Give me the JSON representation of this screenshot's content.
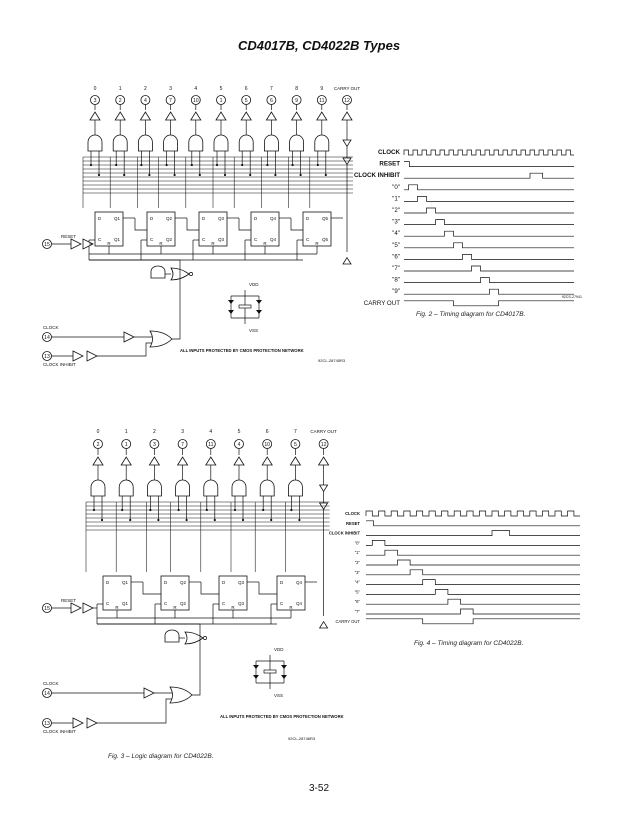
{
  "page": {
    "title": "CD4017B, CD4022B Types",
    "page_number": "3-52"
  },
  "top_logic": {
    "output_numbers": [
      "0",
      "1",
      "2",
      "3",
      "4",
      "5",
      "6",
      "7",
      "8",
      "9"
    ],
    "pin_numbers": [
      "3",
      "2",
      "4",
      "7",
      "10",
      "1",
      "5",
      "6",
      "9",
      "11"
    ],
    "carry_out_label": "CARRY OUT",
    "carry_out_pin": "12",
    "reset_label": "RESET",
    "reset_pin": "15",
    "clock_label": "CLOCK",
    "clock_pin": "14",
    "clock_inhibit_label": "CLOCK INHIBIT",
    "clock_inhibit_pin": "13",
    "vdd": "VDD",
    "vss": "VSS",
    "protection_note": "ALL INPUTS PROTECTED BY CMOS PROTECTION NETWORK",
    "ref_code": "92CL-28745R3"
  },
  "timing_top": {
    "signals": [
      "CLOCK",
      "RESET",
      "CLOCK INHIBIT",
      "\"0\"",
      "\"1\"",
      "\"2\"",
      "\"3\"",
      "\"4\"",
      "\"5\"",
      "\"6\"",
      "\"7\"",
      "\"8\"",
      "\"9\"",
      "CARRY OUT"
    ],
    "ref_code": "92CS-27941",
    "caption": "Fig. 2 – Timing diagram for CD4017B."
  },
  "bottom_logic": {
    "output_numbers": [
      "0",
      "1",
      "2",
      "3",
      "4",
      "5",
      "6",
      "7"
    ],
    "pin_numbers": [
      "2",
      "1",
      "3",
      "7",
      "11",
      "4",
      "10",
      "5"
    ],
    "carry_out_label": "CARRY OUT",
    "carry_out_pin": "12",
    "reset_label": "RESET",
    "reset_pin": "15",
    "clock_label": "CLOCK",
    "clock_pin": "14",
    "clock_inhibit_label": "CLOCK INHIBIT",
    "clock_inhibit_pin": "13",
    "vdd": "VDD",
    "vss": "VSS",
    "protection_note": "ALL INPUTS PROTECTED BY CMOS PROTECTION NETWORK",
    "ref_code": "92CL-28746R3",
    "caption": "Fig. 3 – Logic diagram for CD4022B."
  },
  "timing_bottom": {
    "signals": [
      "CLOCK",
      "RESET",
      "CLOCK INHIBIT",
      "\"0\"",
      "\"1\"",
      "\"2\"",
      "\"3\"",
      "\"4\"",
      "\"5\"",
      "\"6\"",
      "\"7\"",
      "CARRY OUT"
    ],
    "caption": "Fig. 4 – Timing diagram for CD4022B."
  }
}
